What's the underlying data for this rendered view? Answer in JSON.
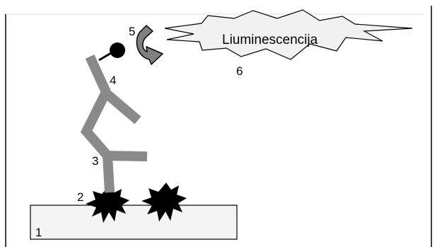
{
  "burst": {
    "text": "Liuminescencija"
  },
  "labels": {
    "l1": "1",
    "l2": "2",
    "l3": "3",
    "l4": "4",
    "l5": "5",
    "l6": "6"
  },
  "colors": {
    "antibody": "#8a8a8a",
    "antigen": "#000000",
    "surface": "#f4f4f4",
    "burst_fill": "#f1f1f1",
    "arrow": "#808080",
    "frame": "#000000"
  },
  "icons": {
    "enzyme": "black-circle",
    "substrate_arrow": "curved-arrow"
  }
}
